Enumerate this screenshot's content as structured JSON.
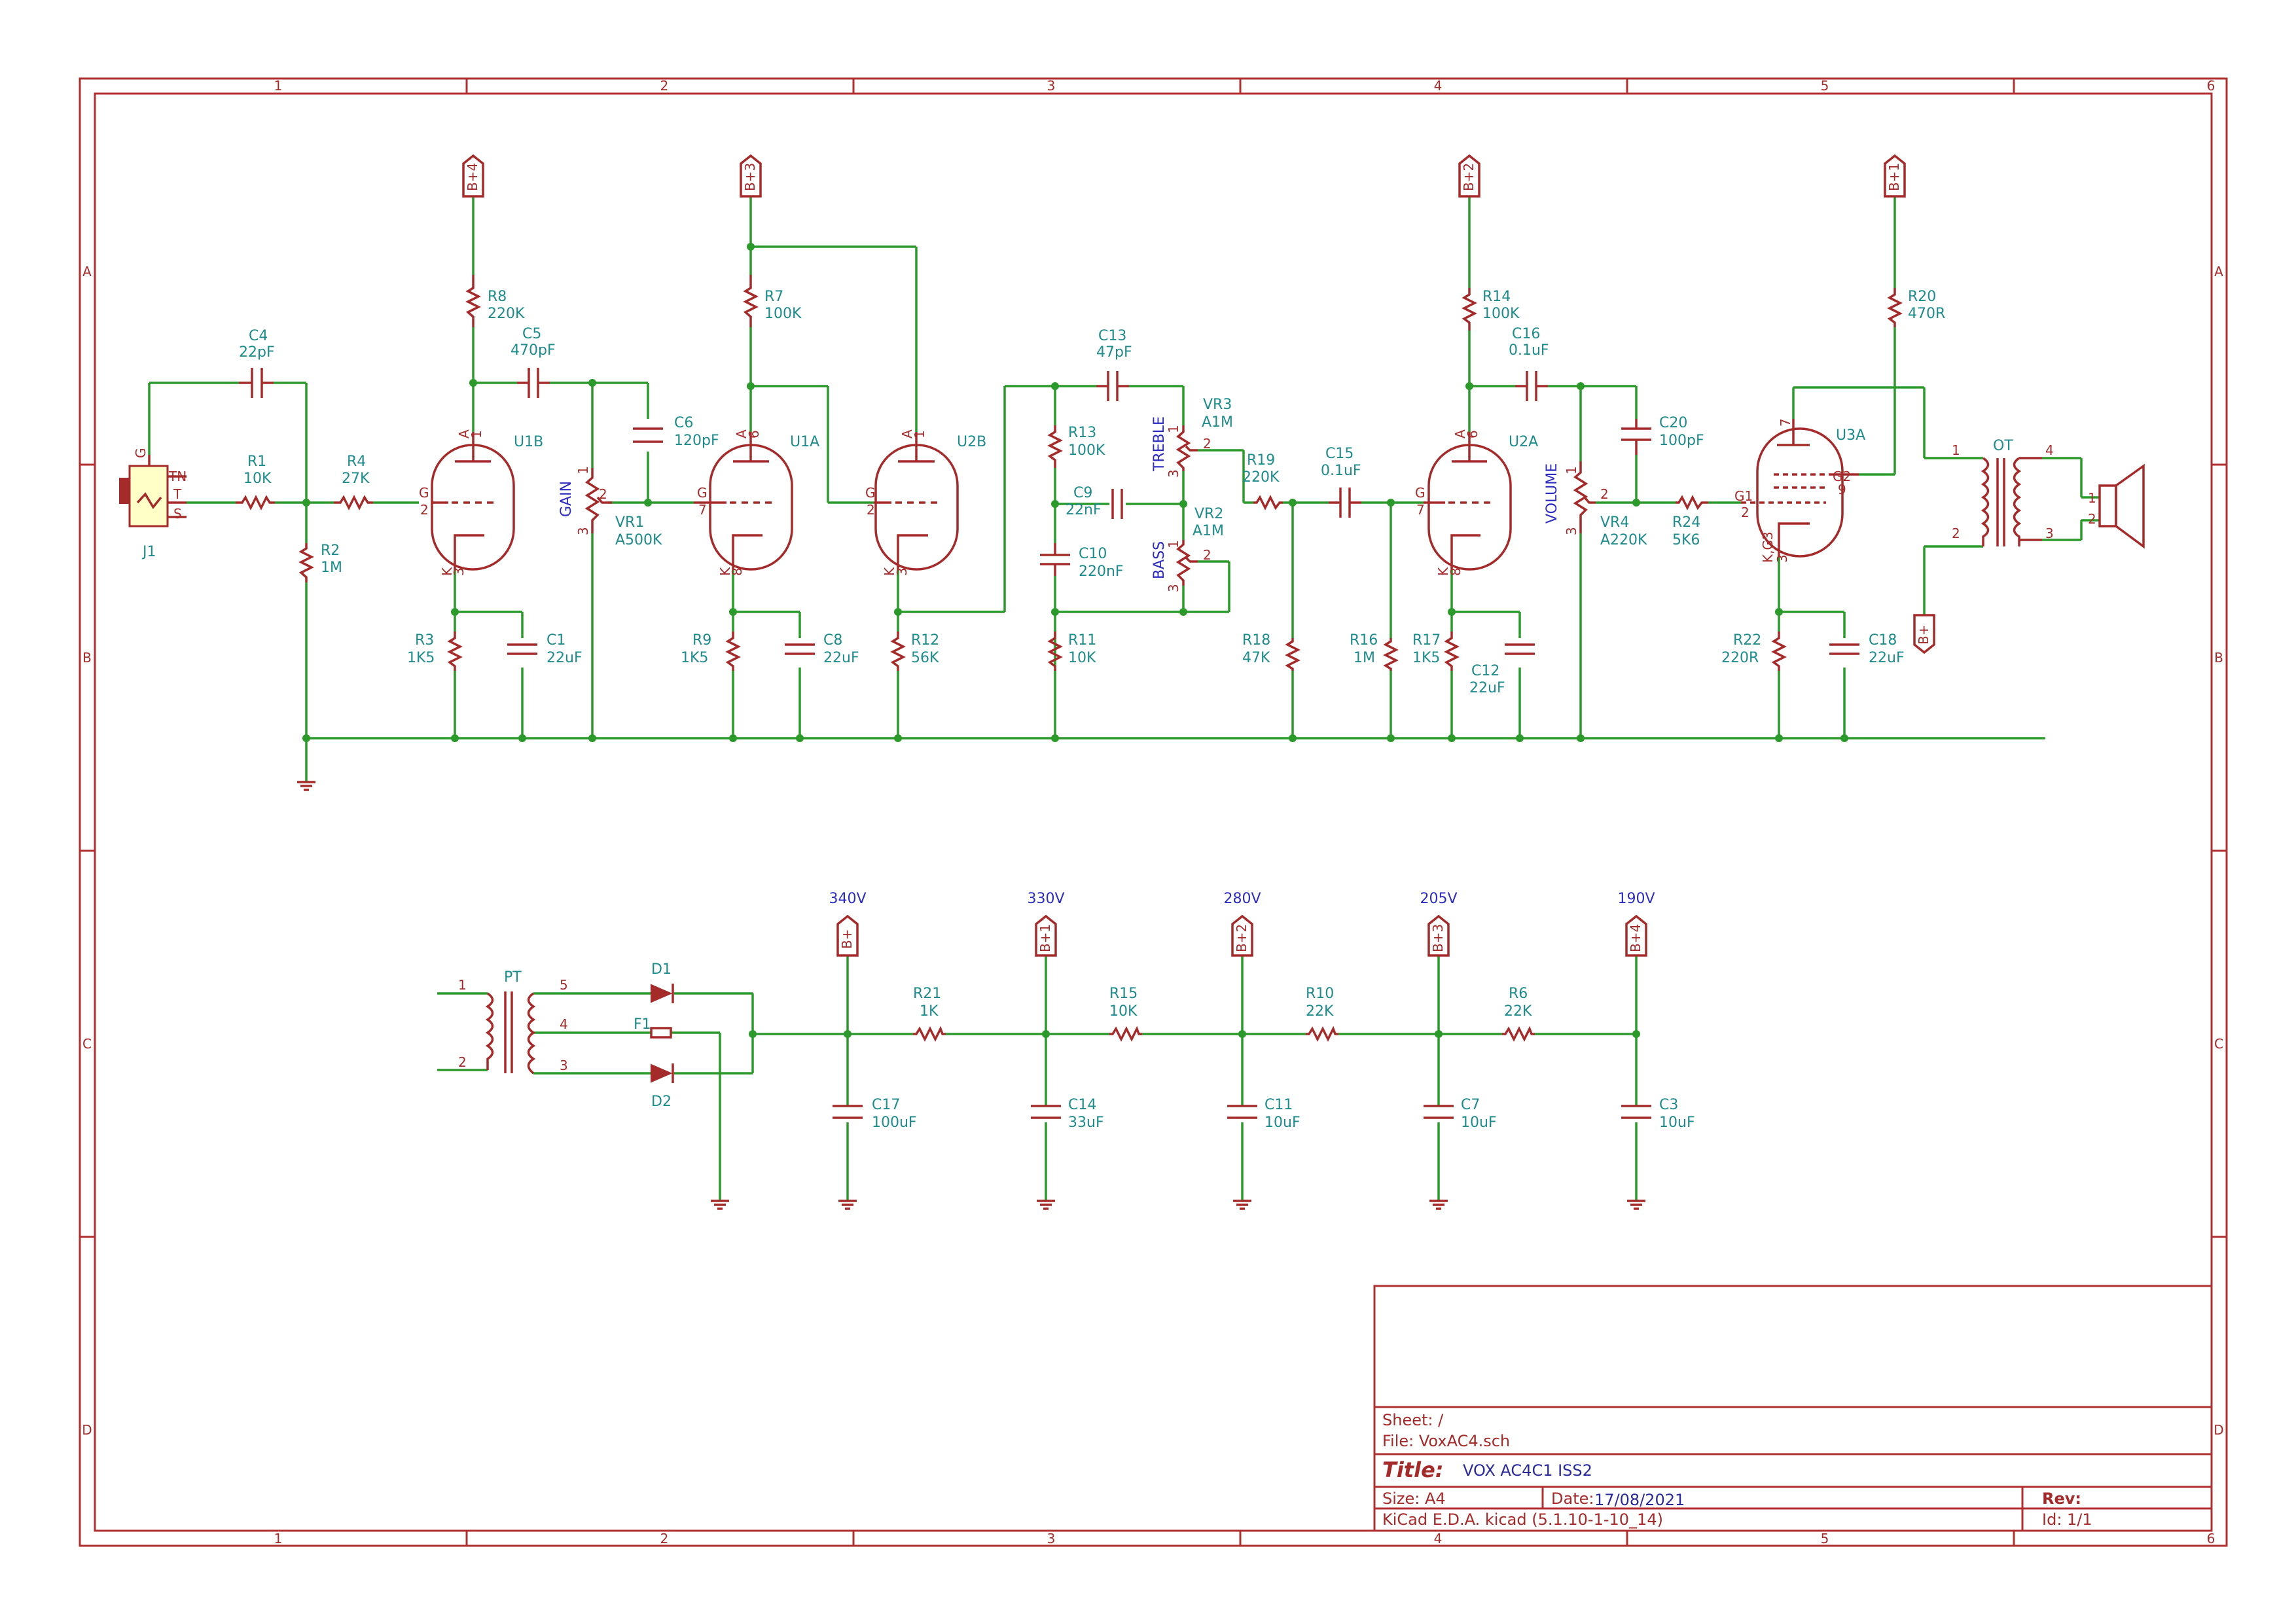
{
  "sheet": {
    "border_columns": [
      "1",
      "2",
      "3",
      "4",
      "5",
      "6"
    ],
    "border_rows": [
      "A",
      "B",
      "C",
      "D"
    ]
  },
  "title_block": {
    "sheet_label": "Sheet: /",
    "file_label": "File: VoxAC4.sch",
    "title_label": "Title:",
    "title_value": "VOX AC4C1 ISS2",
    "size_label": "Size: A4",
    "date_label": "Date:",
    "date_value": "17/08/2021",
    "rev_label": "Rev:",
    "tool_label": "KiCad E.D.A.  kicad (5.1.10-1-10_14)",
    "id_label": "Id: 1/1"
  },
  "ports": {
    "b4_top": "B+4",
    "b3_top": "B+3",
    "b2_top": "B+2",
    "b1_top": "B+1",
    "bplus_ot": "B+",
    "bplus_psu": "B+",
    "b1_psu": "B+1",
    "b2_psu": "B+2",
    "b3_psu": "B+3",
    "b4_psu": "B+4"
  },
  "voltages": {
    "v340": "340V",
    "v330": "330V",
    "v280": "280V",
    "v205": "205V",
    "v190": "190V"
  },
  "components": {
    "J1": "J1",
    "J1_TN": "TN",
    "J1_T": "T",
    "J1_S": "S",
    "J1_G": "G",
    "C4_ref": "C4",
    "C4_val": "22pF",
    "R1_ref": "R1",
    "R1_val": "10K",
    "R4_ref": "R4",
    "R4_val": "27K",
    "R2_ref": "R2",
    "R2_val": "1M",
    "R8_ref": "R8",
    "R8_val": "220K",
    "C5_ref": "C5",
    "C5_val": "470pF",
    "U1B": "U1B",
    "R3_ref": "R3",
    "R3_val": "1K5",
    "C1_ref": "C1",
    "C1_val": "22uF",
    "VR1_ref": "VR1",
    "VR1_val": "A500K",
    "VR1_label": "GAIN",
    "C6_ref": "C6",
    "C6_val": "120pF",
    "R7_ref": "R7",
    "R7_val": "100K",
    "U1A": "U1A",
    "R9_ref": "R9",
    "R9_val": "1K5",
    "C8_ref": "C8",
    "C8_val": "22uF",
    "U2B": "U2B",
    "R12_ref": "R12",
    "R12_val": "56K",
    "C13_ref": "C13",
    "C13_val": "47pF",
    "R13_ref": "R13",
    "R13_val": "100K",
    "C9_ref": "C9",
    "C9_val": "22nF",
    "C10_ref": "C10",
    "C10_val": "220nF",
    "R11_ref": "R11",
    "R11_val": "10K",
    "VR3_ref": "VR3",
    "VR3_val": "A1M",
    "VR3_label": "TREBLE",
    "VR2_ref": "VR2",
    "VR2_val": "A1M",
    "VR2_label": "BASS",
    "R19_ref": "R19",
    "R19_val": "220K",
    "C15_ref": "C15",
    "C15_val": "0.1uF",
    "R18_ref": "R18",
    "R18_val": "47K",
    "R16_ref": "R16",
    "R16_val": "1M",
    "R14_ref": "R14",
    "R14_val": "100K",
    "C16_ref": "C16",
    "C16_val": "0.1uF",
    "U2A": "U2A",
    "R17_ref": "R17",
    "R17_val": "1K5",
    "C12_ref": "C12",
    "C12_val": "22uF",
    "VR4_ref": "VR4",
    "VR4_val": "A220K",
    "VR4_label": "VOLUME",
    "C20_ref": "C20",
    "C20_val": "100pF",
    "R24_ref": "R24",
    "R24_val": "5K6",
    "U3A": "U3A",
    "U3A_G1": "G1",
    "U3A_G2": "G2",
    "U3A_KG3": "K,G3",
    "R20_ref": "R20",
    "R20_val": "470R",
    "R22_ref": "R22",
    "R22_val": "220R",
    "C18_ref": "C18",
    "C18_val": "22uF",
    "OT": "OT",
    "PT": "PT",
    "D1": "D1",
    "D2": "D2",
    "F1": "F1",
    "R21_ref": "R21",
    "R21_val": "1K",
    "R15_ref": "R15",
    "R15_val": "10K",
    "R10_ref": "R10",
    "R10_val": "22K",
    "R6_ref": "R6",
    "R6_val": "22K",
    "C17_ref": "C17",
    "C17_val": "100uF",
    "C14_ref": "C14",
    "C14_val": "33uF",
    "C11_ref": "C11",
    "C11_val": "10uF",
    "C7_ref": "C7",
    "C7_val": "10uF",
    "C3_ref": "C3",
    "C3_val": "10uF"
  },
  "pins": {
    "A": "A",
    "K": "K",
    "G": "G",
    "p1": "1",
    "p2": "2",
    "p3": "3",
    "p4": "4",
    "p5": "5",
    "p6": "6",
    "p7": "7",
    "p8": "8",
    "p9": "9"
  }
}
